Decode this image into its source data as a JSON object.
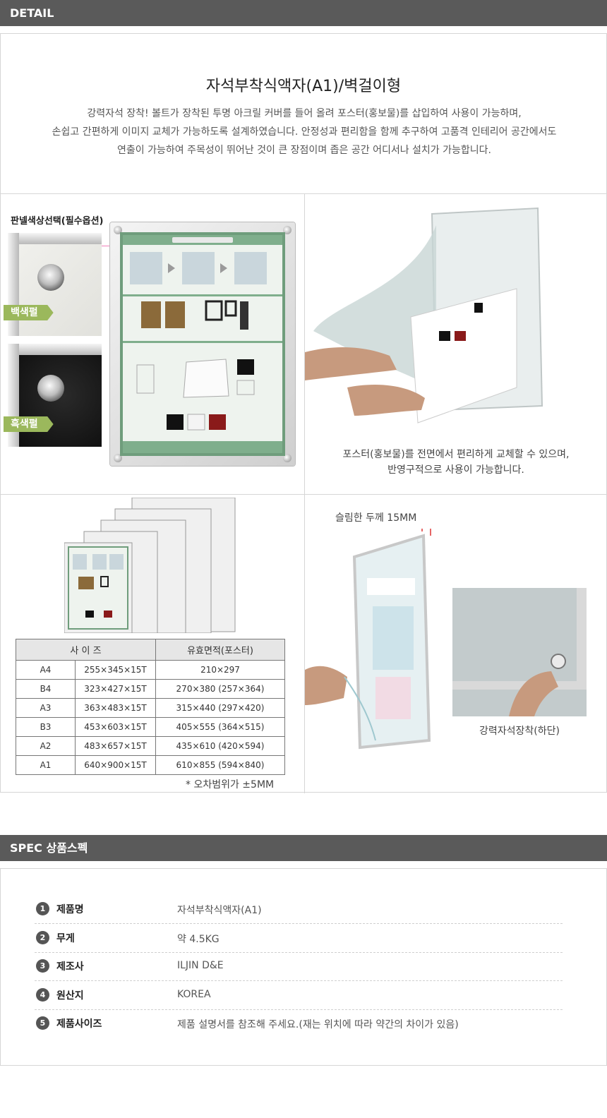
{
  "header": {
    "detail_label": "DETAIL",
    "spec_label": "SPEC 상품스펙"
  },
  "intro": {
    "title": "자석부착식액자(A1)/벽걸이형",
    "desc_lines": [
      "강력자석 장착! 볼트가 장착된 투명 아크릴 커버를 들어 올려 포스터(홍보물)를 삽입하여 사용이 가능하며,",
      "손쉽고 간편하게 이미지 교체가 가능하도록 설계하였습니다. 안정성과 편리함을 함께 추구하여 고품격 인테리어 공간에서도",
      "연출이 가능하여 주목성이 뛰어난 것이 큰 장점이며 좁은 공간 어디서나 설치가 가능합니다."
    ]
  },
  "panel_color": {
    "label": "판넬색상선택(필수옵션)",
    "white_tag": "백색펄",
    "black_tag": "흑색펄",
    "accent": "#9bb85c"
  },
  "poster_caption": {
    "line1": "포스터(홍보물)를 전면에서 편리하게 교체할 수 있으며,",
    "line2": "반영구적으로 사용이 가능합니다."
  },
  "size_table": {
    "headers": [
      "사 이 즈",
      "유효면적(포스터)"
    ],
    "rows": [
      {
        "name": "A4",
        "size": "255×345×15T",
        "area": "210×297"
      },
      {
        "name": "B4",
        "size": "323×427×15T",
        "area": "270×380 (257×364)"
      },
      {
        "name": "A3",
        "size": "363×483×15T",
        "area": "315×440 (297×420)"
      },
      {
        "name": "B3",
        "size": "453×603×15T",
        "area": "405×555 (364×515)"
      },
      {
        "name": "A2",
        "size": "483×657×15T",
        "area": "435×610 (420×594)"
      },
      {
        "name": "A1",
        "size": "640×900×15T",
        "area": "610×855 (594×840)"
      }
    ],
    "note": "* 오차범위가 ±5MM"
  },
  "slim": {
    "label": "슬림한 두께 15MM",
    "magnet_caption": "강력자석장착(하단)"
  },
  "spec": {
    "items": [
      {
        "num": "1",
        "label": "제품명",
        "value": "자석부착식액자(A1)"
      },
      {
        "num": "2",
        "label": "무게",
        "value": "약 4.5KG"
      },
      {
        "num": "3",
        "label": "제조사",
        "value": "ILJIN D&E"
      },
      {
        "num": "4",
        "label": "원산지",
        "value": "KOREA"
      },
      {
        "num": "5",
        "label": "제품사이즈",
        "value": "제품 설명서를 참조해 주세요.(재는 위치에 따라 약간의 차이가 있음)"
      }
    ]
  }
}
